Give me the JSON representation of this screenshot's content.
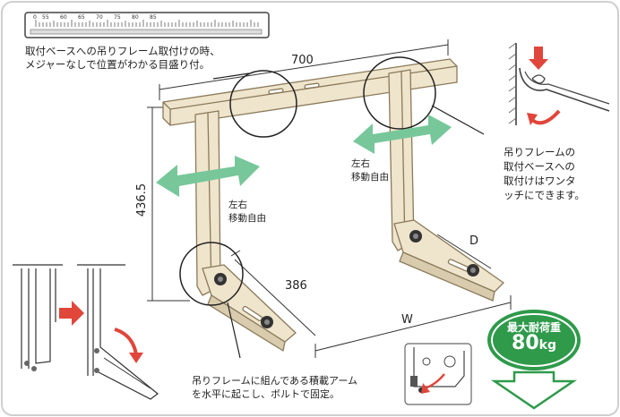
{
  "ruler": {
    "ticks": [
      "0",
      "55",
      "60",
      "65",
      "70",
      "75",
      "80",
      "85"
    ]
  },
  "annotations": {
    "scale_note": "取付ベースへの吊りフレーム取付けの時、\nメジャーなしで位置がわかる目盛り付。",
    "left_move": "左右\n移動自由",
    "right_move": "左右\n移動自由",
    "one_touch": "吊りフレームの\n取付ベースへの\n取付けはワンタ\nッチにできます。",
    "arm_note": "吊りフレームに組んである積載アーム\nを水平に起こし、ボルトで固定。"
  },
  "dimensions": {
    "width": "700",
    "height": "436.5",
    "depth": "386",
    "w": "W",
    "d": "D"
  },
  "badge": {
    "title": "最大耐荷重",
    "value": "80",
    "unit": "kg"
  },
  "colors": {
    "metal": "#efe4cc",
    "metal_edge": "#8a7a5a",
    "arrow": "#77c79a",
    "red": "#e0463a",
    "badge_green": "#2e9a4a"
  }
}
